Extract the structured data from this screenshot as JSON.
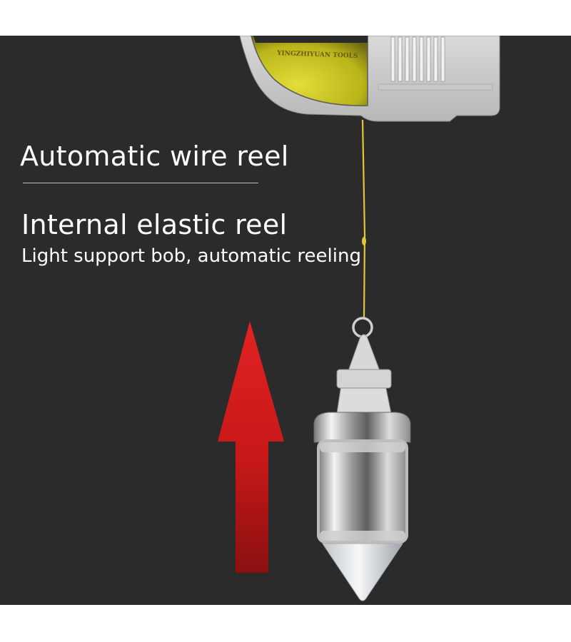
{
  "headline_1": "Automatic wire reel",
  "headline_2": "Internal elastic reel",
  "subtitle": "Light support bob, automatic reeling",
  "brand_text": "YINGZHIYUAN TOOLS",
  "colors": {
    "background": "#2b2b2b",
    "text": "#ffffff",
    "arrow": "#d41f1f",
    "string": "#e3c53a",
    "reel_window": "#c8c21e"
  },
  "icons": [
    "reel-housing-icon",
    "plumb-bob-icon",
    "up-arrow-icon"
  ]
}
